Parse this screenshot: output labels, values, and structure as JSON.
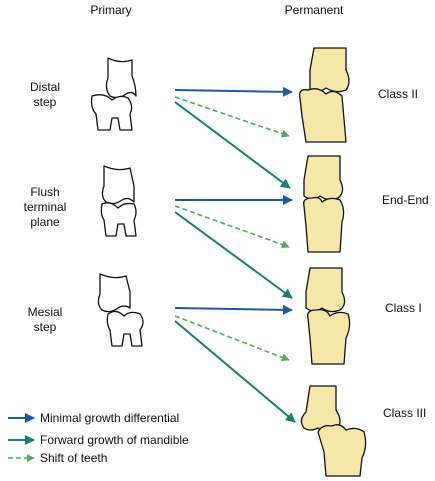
{
  "headers": {
    "primary": "Primary",
    "permanent": "Permanent"
  },
  "primary_rows": [
    {
      "name": "distal-step",
      "lines": [
        "Distal",
        "step"
      ]
    },
    {
      "name": "flush-terminal-plane",
      "lines": [
        "Flush",
        "terminal",
        "plane"
      ]
    },
    {
      "name": "mesial-step",
      "lines": [
        "Mesial",
        "step"
      ]
    }
  ],
  "permanent_rows": [
    {
      "name": "class-ii",
      "label": "Class II"
    },
    {
      "name": "end-end",
      "label": "End-End"
    },
    {
      "name": "class-i",
      "label": "Class I"
    },
    {
      "name": "class-iii",
      "label": "Class III"
    }
  ],
  "legend": [
    {
      "name": "minimal-growth-differential",
      "label": "Minimal growth differential",
      "color": "#1f5b9a",
      "style": "solid"
    },
    {
      "name": "forward-growth-of-mandible",
      "label": "Forward growth of mandible",
      "color": "#15806b",
      "style": "solid"
    },
    {
      "name": "shift-of-teeth",
      "label": "Shift of teeth",
      "color": "#4aae5a",
      "style": "dashed"
    }
  ],
  "colors": {
    "permanent_tooth_fill": "#f5e7a8",
    "outline": "#111111"
  }
}
